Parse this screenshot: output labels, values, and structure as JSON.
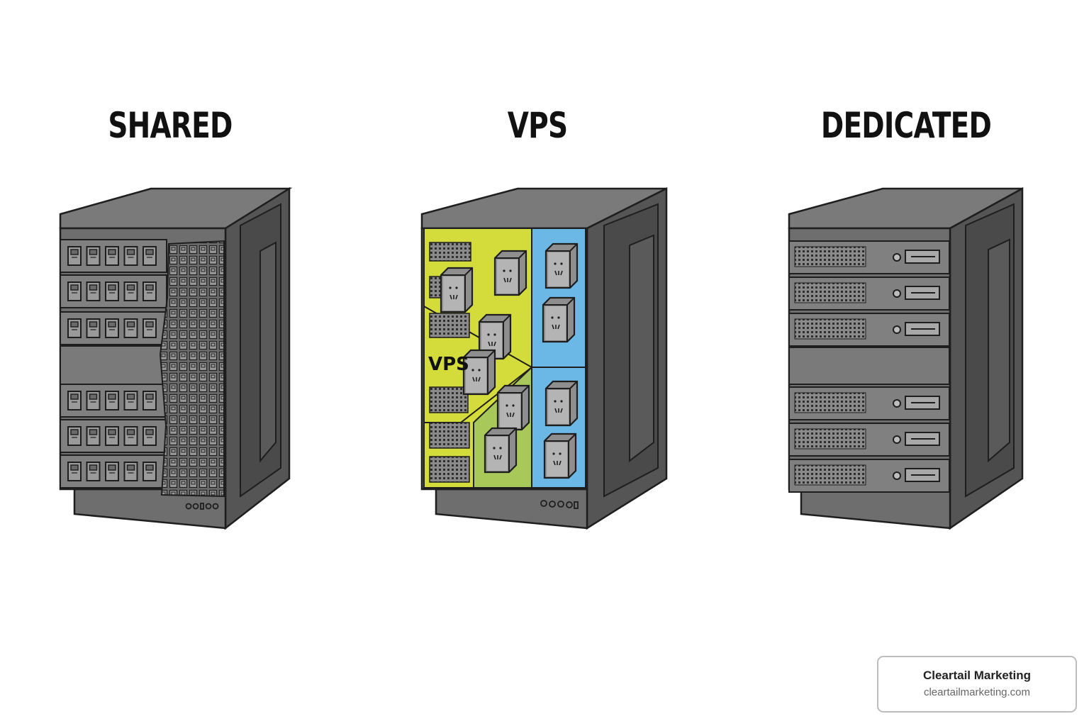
{
  "columns": [
    {
      "title": "SHARED"
    },
    {
      "title": "VPS",
      "inner_label": "VPS"
    },
    {
      "title": "DEDICATED"
    }
  ],
  "brand": {
    "name": "Cleartail Marketing",
    "url": "cleartailmarketing.com"
  },
  "colors": {
    "rack_body": "#6e6e6e",
    "rack_top": "#7a7a7a",
    "rack_side": "#505050",
    "unit": "#808080",
    "outline": "#222222",
    "vps_yellow": "#d4dc3c",
    "vps_green": "#a8c85a",
    "vps_blue": "#6bb8e6"
  },
  "icons": [
    "server-rack-icon",
    "vps-container-icon"
  ]
}
